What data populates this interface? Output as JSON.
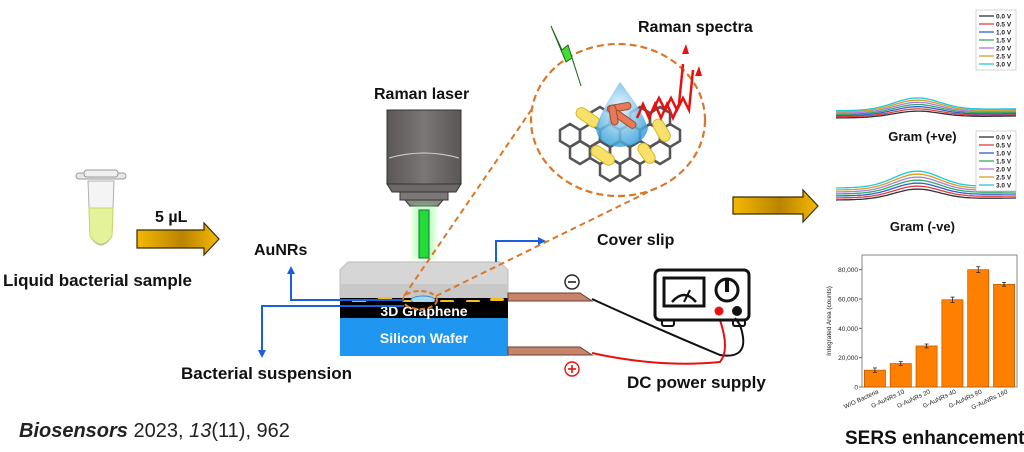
{
  "labels": {
    "sample": "Liquid bacterial sample",
    "volume": "5 µL",
    "raman_laser": "Raman laser",
    "raman_spectra": "Raman spectra",
    "aunrs": "AuNRs",
    "cover_slip": "Cover slip",
    "graphene": "3D Graphene",
    "silicon": "Silicon Wafer",
    "bacterial_suspension": "Bacterial suspension",
    "dc_power": "DC power supply",
    "minus": "−",
    "plus": "+",
    "sers": "SERS enhancement"
  },
  "citation": {
    "journal": "Biosensors",
    "year": " 2023, ",
    "volume": "13",
    "rest": "(11), 962"
  },
  "colors": {
    "arrow_gold": "#e8a800",
    "laser_green": "#22dd33",
    "electrode": "#c8846a",
    "graphene": "#000000",
    "silicon": "#1f97f0",
    "cover_slip": "#d4d4d4",
    "callout": "#d9782a",
    "bar": "#ff8000",
    "pointer_blue": "#1a5fe0"
  },
  "chart_data": [
    {
      "type": "line",
      "title": "Gram (+ve)",
      "legend": [
        "0.0 V",
        "0.5 V",
        "1.0 V",
        "1.5 V",
        "2.0 V",
        "2.5 V",
        "3.0 V"
      ],
      "legend_placement": "top-right",
      "series_colors": [
        "#333333",
        "#e83a3a",
        "#2f5fd0",
        "#33aa66",
        "#b07ae0",
        "#d4a020",
        "#22c8d0"
      ],
      "offsets": [
        0,
        0.5,
        1,
        1.5,
        2,
        2.5,
        3
      ],
      "peak_heights": [
        0.6,
        0.7,
        0.8,
        0.9,
        1.0,
        1.1,
        1.2
      ]
    },
    {
      "type": "line",
      "title": "Gram (-ve)",
      "legend": [
        "0.0 V",
        "0.5 V",
        "1.0 V",
        "1.5 V",
        "2.0 V",
        "2.5 V",
        "3.0 V"
      ],
      "legend_placement": "top-right",
      "series_colors": [
        "#333333",
        "#e83a3a",
        "#2f5fd0",
        "#33aa66",
        "#b07ae0",
        "#d4a020",
        "#22c8d0"
      ],
      "offsets": [
        0,
        1,
        2,
        3,
        4,
        5,
        6
      ],
      "peak_heights": [
        1.0,
        1.1,
        1.2,
        1.3,
        1.4,
        1.5,
        1.6
      ]
    },
    {
      "type": "bar",
      "title": "SERS enhancement",
      "categories": [
        "W/O Bacteria",
        "G-AuNRs 10",
        "G-AuNRs 20",
        "G-AuNRs 40",
        "G-AuNRs 80",
        "G-AuNRs 160"
      ],
      "values": [
        11500,
        16000,
        28000,
        59500,
        80000,
        70000
      ],
      "errors": [
        1500,
        1300,
        1300,
        1800,
        2000,
        1300
      ],
      "xlabel": "",
      "ylabel": "Integrated Area (counts)",
      "ylim": [
        0,
        90000
      ],
      "yticks": [
        0,
        20000,
        40000,
        60000,
        80000
      ],
      "ytick_labels": [
        "0",
        "20,000",
        "40,000",
        "60,000",
        "80,000"
      ],
      "grid": false
    }
  ]
}
